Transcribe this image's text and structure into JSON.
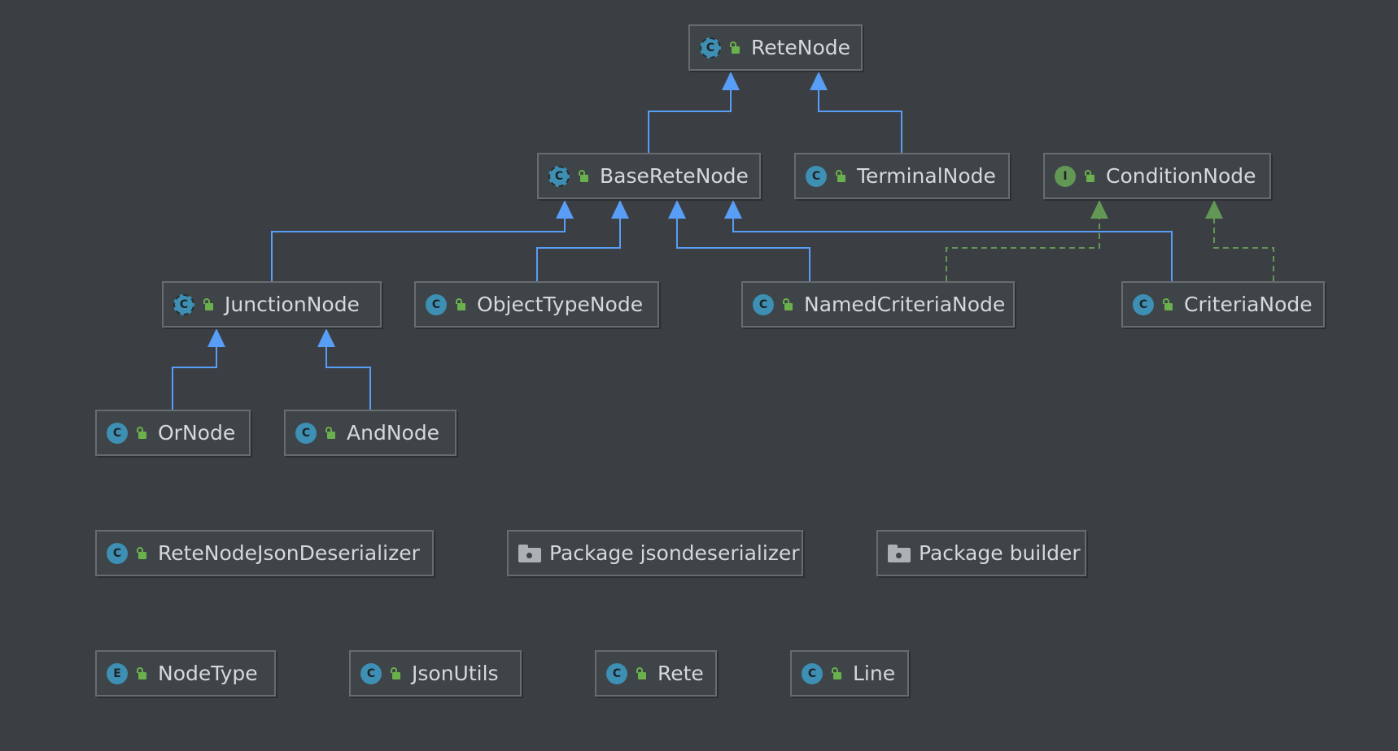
{
  "colors": {
    "background": "#3b3f43",
    "extends_edge": "#589df6",
    "implements_edge": "#629755",
    "node_border": "#686c6f",
    "node_text": "#d6d8d9"
  },
  "nodes": [
    {
      "id": "retenode",
      "label": "ReteNode",
      "kind": "abstract",
      "badge": "C"
    },
    {
      "id": "baseretenode",
      "label": "BaseReteNode",
      "kind": "abstract",
      "badge": "C"
    },
    {
      "id": "terminalnode",
      "label": "TerminalNode",
      "kind": "class",
      "badge": "C"
    },
    {
      "id": "conditionnode",
      "label": "ConditionNode",
      "kind": "interface",
      "badge": "I"
    },
    {
      "id": "junctionnode",
      "label": "JunctionNode",
      "kind": "abstract",
      "badge": "C"
    },
    {
      "id": "objecttypenode",
      "label": "ObjectTypeNode",
      "kind": "class",
      "badge": "C"
    },
    {
      "id": "namedcriterianode",
      "label": "NamedCriteriaNode",
      "kind": "class",
      "badge": "C"
    },
    {
      "id": "criterianode",
      "label": "CriteriaNode",
      "kind": "class",
      "badge": "C"
    },
    {
      "id": "ornode",
      "label": "OrNode",
      "kind": "class",
      "badge": "C"
    },
    {
      "id": "andnode",
      "label": "AndNode",
      "kind": "class",
      "badge": "C"
    },
    {
      "id": "retenodejsondeserializer",
      "label": "ReteNodeJsonDeserializer",
      "kind": "class",
      "badge": "C"
    },
    {
      "id": "package-jsondeserializer",
      "label": "Package jsondeserializer",
      "kind": "package",
      "badge": ""
    },
    {
      "id": "package-builder",
      "label": "Package builder",
      "kind": "package",
      "badge": ""
    },
    {
      "id": "nodetype",
      "label": "NodeType",
      "kind": "enum",
      "badge": "E"
    },
    {
      "id": "jsonutils",
      "label": "JsonUtils",
      "kind": "class",
      "badge": "C"
    },
    {
      "id": "rete",
      "label": "Rete",
      "kind": "class",
      "badge": "C"
    },
    {
      "id": "line",
      "label": "Line",
      "kind": "class",
      "badge": "C"
    }
  ],
  "edges": [
    {
      "from": "baseretenode",
      "to": "retenode",
      "type": "extends"
    },
    {
      "from": "terminalnode",
      "to": "retenode",
      "type": "extends"
    },
    {
      "from": "junctionnode",
      "to": "baseretenode",
      "type": "extends"
    },
    {
      "from": "objecttypenode",
      "to": "baseretenode",
      "type": "extends"
    },
    {
      "from": "namedcriterianode",
      "to": "baseretenode",
      "type": "extends"
    },
    {
      "from": "criterianode",
      "to": "baseretenode",
      "type": "extends"
    },
    {
      "from": "namedcriterianode",
      "to": "conditionnode",
      "type": "implements"
    },
    {
      "from": "criterianode",
      "to": "conditionnode",
      "type": "implements"
    },
    {
      "from": "ornode",
      "to": "junctionnode",
      "type": "extends"
    },
    {
      "from": "andnode",
      "to": "junctionnode",
      "type": "extends"
    }
  ]
}
